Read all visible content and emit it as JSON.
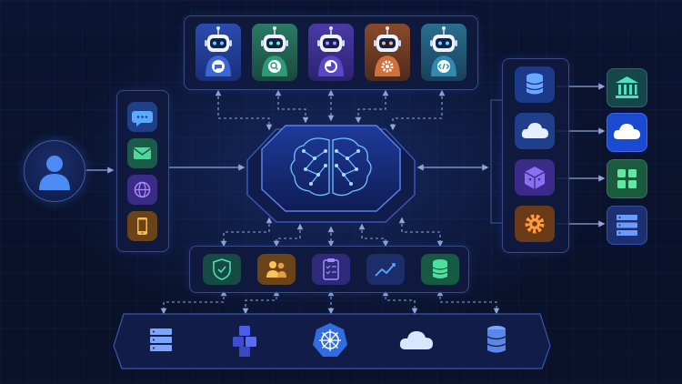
{
  "colors": {
    "background": "#0a1128",
    "panel_border": "#3a4a86",
    "connector": "#8fa6d8",
    "brain_glow": "#4aa3ff",
    "bot_tiles": [
      "#1d3a8c",
      "#1d5a4c",
      "#3d2f86",
      "#7a4226",
      "#1e5570"
    ]
  },
  "agents": [
    {
      "role": "chat-agent",
      "icon": "speech-bubble-icon"
    },
    {
      "role": "search-agent",
      "icon": "magnifier-icon"
    },
    {
      "role": "analytics-agent",
      "icon": "pie-chart-icon"
    },
    {
      "role": "config-agent",
      "icon": "gear-icon"
    },
    {
      "role": "code-agent",
      "icon": "code-brackets-icon"
    }
  ],
  "user": {
    "icon": "user-avatar-icon"
  },
  "channels": [
    {
      "name": "chat",
      "icon": "chat-bubble-icon"
    },
    {
      "name": "email",
      "icon": "envelope-icon"
    },
    {
      "name": "web",
      "icon": "globe-icon"
    },
    {
      "name": "mobile",
      "icon": "smartphone-icon"
    }
  ],
  "core": {
    "icon": "neural-brain-icon"
  },
  "tools": [
    {
      "name": "security",
      "icon": "shield-check-icon"
    },
    {
      "name": "users",
      "icon": "people-icon"
    },
    {
      "name": "tasks",
      "icon": "clipboard-checklist-icon"
    },
    {
      "name": "analytics",
      "icon": "line-chart-icon"
    },
    {
      "name": "database",
      "icon": "database-icon"
    }
  ],
  "infrastructure": [
    {
      "name": "servers",
      "icon": "server-rack-icon"
    },
    {
      "name": "containers",
      "icon": "cubes-icon"
    },
    {
      "name": "kubernetes",
      "icon": "helm-wheel-icon"
    },
    {
      "name": "cloud",
      "icon": "cloud-icon"
    },
    {
      "name": "storage",
      "icon": "database-icon"
    }
  ],
  "resources": [
    {
      "name": "database",
      "icon": "database-icon",
      "target_icon": "bank-icon"
    },
    {
      "name": "cloud",
      "icon": "cloud-icon",
      "target_icon": "cloud-icon"
    },
    {
      "name": "module",
      "icon": "cube-icon",
      "target_icon": "grid-apps-icon"
    },
    {
      "name": "settings",
      "icon": "gear-icon",
      "target_icon": "server-list-icon"
    }
  ]
}
